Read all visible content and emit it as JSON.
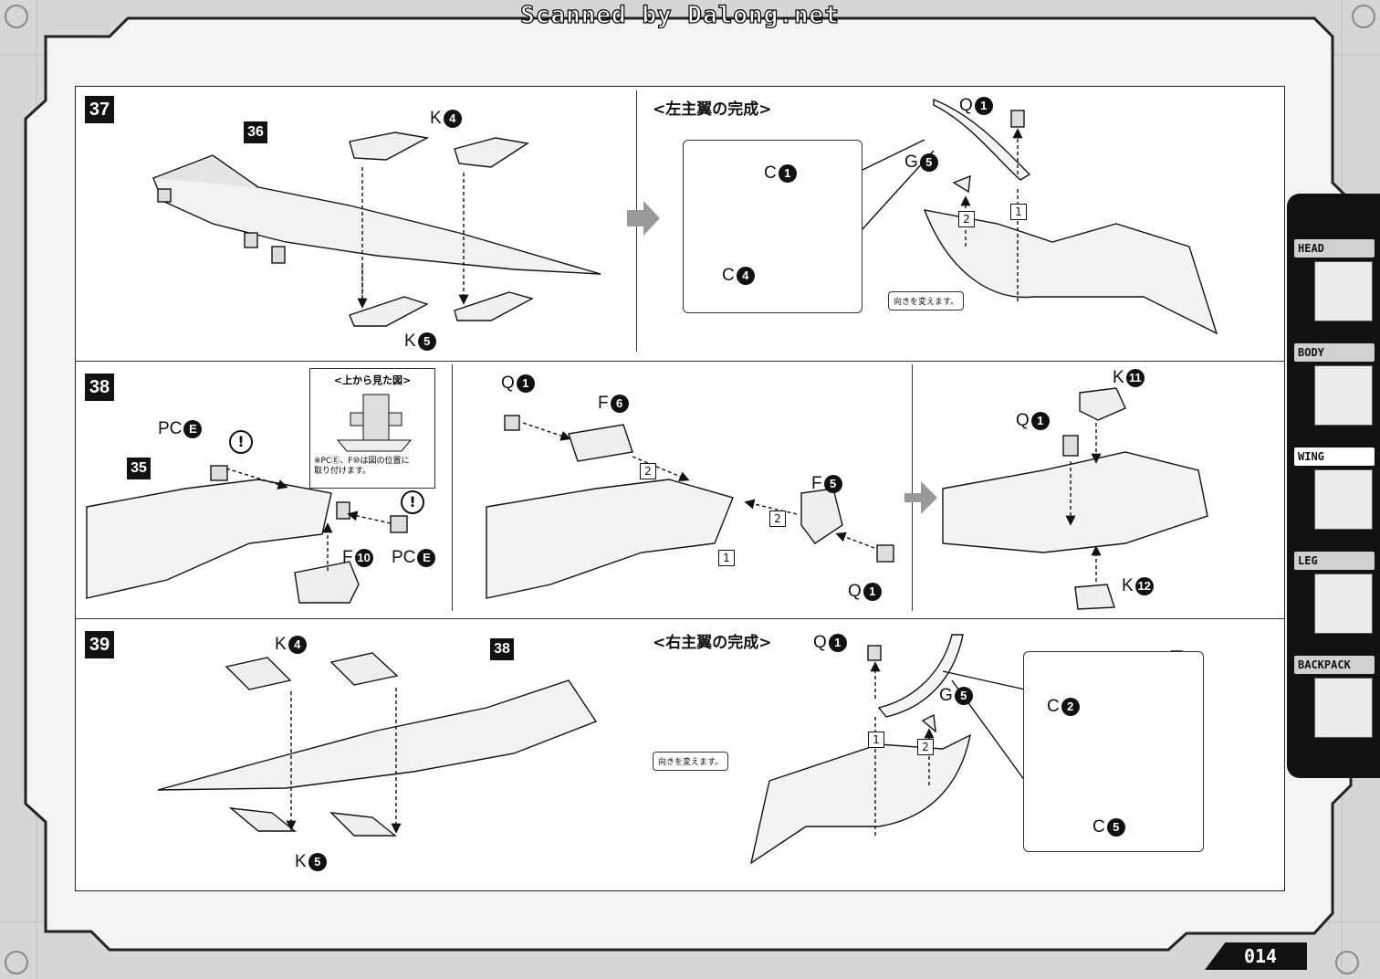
{
  "watermark": "Scanned by Dalong.net",
  "page_number": "014",
  "nav": {
    "tabs": [
      {
        "label": "HEAD",
        "icon": "head-part-icon"
      },
      {
        "label": "BODY",
        "icon": "body-part-icon"
      },
      {
        "label": "WING",
        "icon": "wing-part-icon",
        "active": true
      },
      {
        "label": "LEG",
        "icon": "leg-part-icon"
      },
      {
        "label": "BACKPACK",
        "icon": "backpack-part-icon"
      }
    ]
  },
  "steps": {
    "s37": {
      "num": "37",
      "ref": "36",
      "parts": {
        "k4_top": {
          "l": "K",
          "n": "4"
        },
        "k5_bottom": {
          "l": "K",
          "n": "5"
        },
        "c1": {
          "l": "C",
          "n": "1"
        },
        "c4": {
          "l": "C",
          "n": "4"
        },
        "q1": {
          "l": "Q",
          "n": "1"
        },
        "g5": {
          "l": "G",
          "n": "5"
        }
      },
      "heading": "<左主翼の完成>",
      "note": "向きを変えます。",
      "order": [
        "1",
        "2"
      ]
    },
    "s38": {
      "num": "38",
      "ref": "35",
      "parts": {
        "pce1": {
          "l": "PC",
          "n": "E"
        },
        "pce2": {
          "l": "PC",
          "n": "E"
        },
        "f10": {
          "l": "F",
          "n": "10"
        },
        "q1a": {
          "l": "Q",
          "n": "1"
        },
        "f6": {
          "l": "F",
          "n": "6"
        },
        "f5": {
          "l": "F",
          "n": "5"
        },
        "q1b": {
          "l": "Q",
          "n": "1"
        },
        "k11": {
          "l": "K",
          "n": "11"
        },
        "q1c": {
          "l": "Q",
          "n": "1"
        },
        "k12": {
          "l": "K",
          "n": "12"
        }
      },
      "topview_title": "<上から見た図>",
      "topview_note_1": "※PCⒺ、F⑩は図の位置に",
      "topview_note_2": "取り付けます。",
      "excl": "!",
      "order": [
        "2",
        "1",
        "2"
      ]
    },
    "s39": {
      "num": "39",
      "ref": "38",
      "parts": {
        "k4": {
          "l": "K",
          "n": "4"
        },
        "k5": {
          "l": "K",
          "n": "5"
        },
        "q1": {
          "l": "Q",
          "n": "1"
        },
        "g5": {
          "l": "G",
          "n": "5"
        },
        "c2": {
          "l": "C",
          "n": "2"
        },
        "c5": {
          "l": "C",
          "n": "5"
        }
      },
      "heading": "<右主翼の完成>",
      "note": "向きを変えます。",
      "order": [
        "1",
        "2"
      ]
    }
  }
}
